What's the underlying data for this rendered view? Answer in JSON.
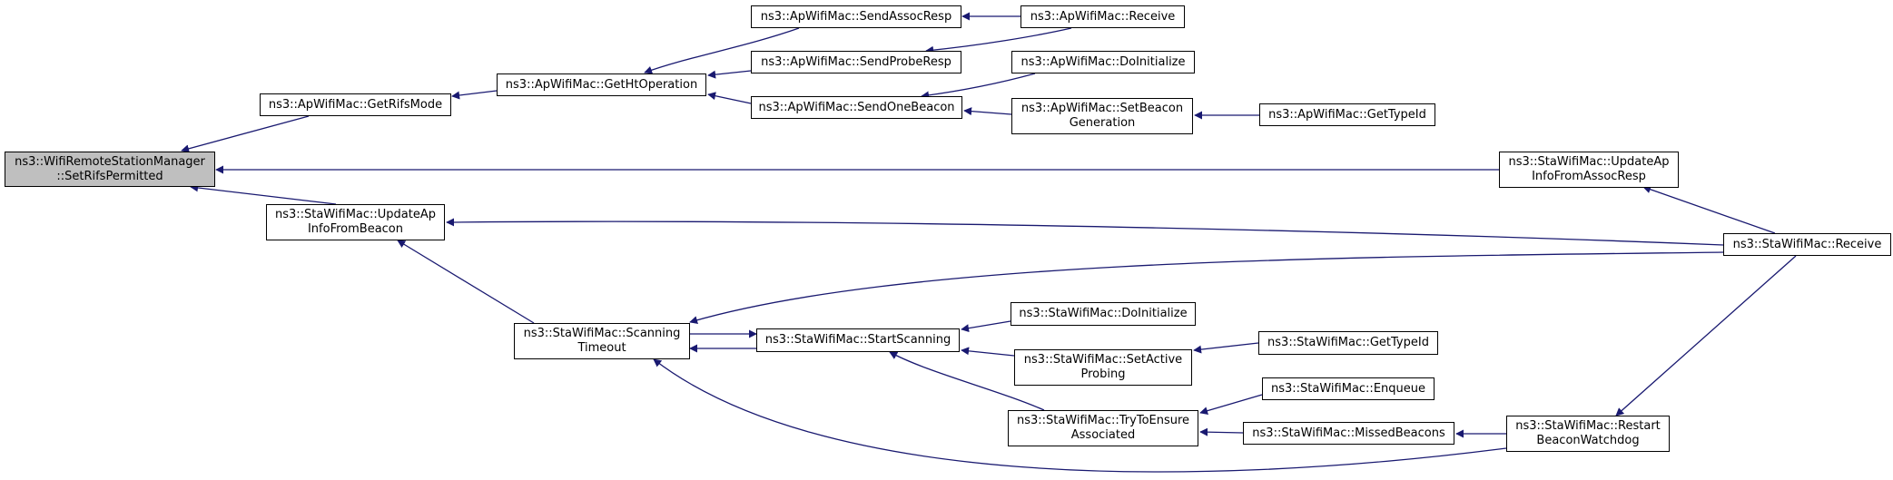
{
  "graph": {
    "colors": {
      "edge": "#191970",
      "root_fill": "#bfbfbf",
      "node_fill": "#ffffff",
      "border": "#000000"
    },
    "nodes": {
      "root": {
        "lines": [
          "ns3::WifiRemoteStationManager",
          "::SetRifsPermitted"
        ]
      },
      "ap_getrifsmode": {
        "lines": [
          "ns3::ApWifiMac::GetRifsMode"
        ]
      },
      "ap_gethtoperation": {
        "lines": [
          "ns3::ApWifiMac::GetHtOperation"
        ]
      },
      "ap_sendassocresp": {
        "lines": [
          "ns3::ApWifiMac::SendAssocResp"
        ]
      },
      "ap_sendproberesp": {
        "lines": [
          "ns3::ApWifiMac::SendProbeResp"
        ]
      },
      "ap_sendonebeacon": {
        "lines": [
          "ns3::ApWifiMac::SendOneBeacon"
        ]
      },
      "ap_receive": {
        "lines": [
          "ns3::ApWifiMac::Receive"
        ]
      },
      "ap_doinitialize": {
        "lines": [
          "ns3::ApWifiMac::DoInitialize"
        ]
      },
      "ap_setbeacongen": {
        "lines": [
          "ns3::ApWifiMac::SetBeacon",
          "Generation"
        ]
      },
      "ap_gettypeid": {
        "lines": [
          "ns3::ApWifiMac::GetTypeId"
        ]
      },
      "sta_updateapassoc": {
        "lines": [
          "ns3::StaWifiMac::UpdateAp",
          "InfoFromAssocResp"
        ]
      },
      "sta_updateapbeacon": {
        "lines": [
          "ns3::StaWifiMac::UpdateAp",
          "InfoFromBeacon"
        ]
      },
      "sta_receive": {
        "lines": [
          "ns3::StaWifiMac::Receive"
        ]
      },
      "sta_scantimeout": {
        "lines": [
          "ns3::StaWifiMac::Scanning",
          "Timeout"
        ]
      },
      "sta_startscanning": {
        "lines": [
          "ns3::StaWifiMac::StartScanning"
        ]
      },
      "sta_doinitialize": {
        "lines": [
          "ns3::StaWifiMac::DoInitialize"
        ]
      },
      "sta_setactiveprob": {
        "lines": [
          "ns3::StaWifiMac::SetActive",
          "Probing"
        ]
      },
      "sta_gettypeid": {
        "lines": [
          "ns3::StaWifiMac::GetTypeId"
        ]
      },
      "sta_trytoensure": {
        "lines": [
          "ns3::StaWifiMac::TryToEnsure",
          "Associated"
        ]
      },
      "sta_enqueue": {
        "lines": [
          "ns3::StaWifiMac::Enqueue"
        ]
      },
      "sta_missedbeacons": {
        "lines": [
          "ns3::StaWifiMac::MissedBeacons"
        ]
      },
      "sta_restartbeacon": {
        "lines": [
          "ns3::StaWifiMac::Restart",
          "BeaconWatchdog"
        ]
      }
    }
  }
}
